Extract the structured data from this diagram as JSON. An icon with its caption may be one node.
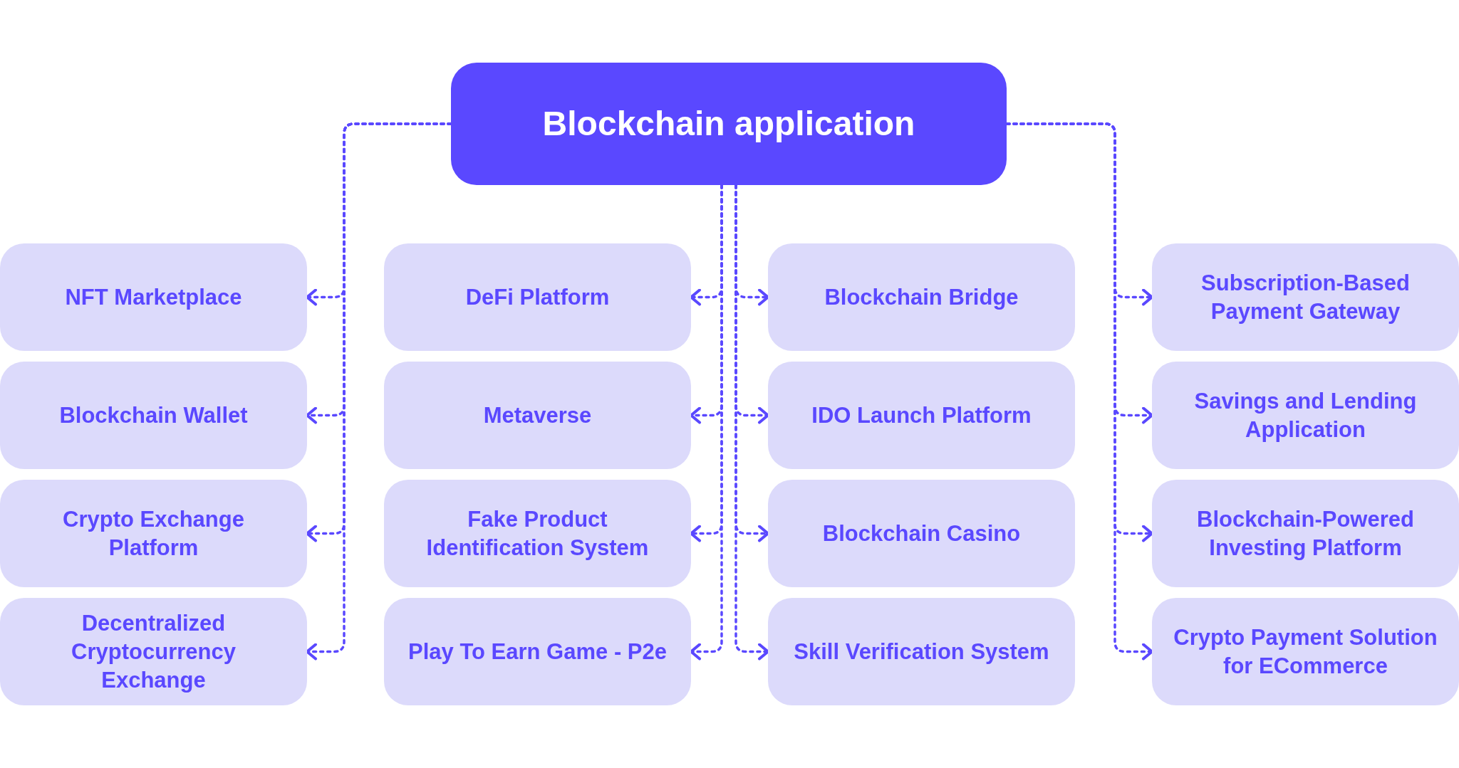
{
  "diagram": {
    "nodes": [
      {
        "text": [
          "Blockchain application"
        ]
      },
      {
        "text": [
          "NFT Marketplace"
        ]
      },
      {
        "text": [
          "DeFi Platform"
        ]
      },
      {
        "text": [
          "Blockchain Bridge"
        ]
      },
      {
        "text": [
          "Subscription-Based Payment Gateway"
        ]
      },
      {
        "text": [
          "Blockchain Wallet"
        ]
      },
      {
        "text": [
          "Metaverse"
        ]
      },
      {
        "text": [
          "IDO Launch Platform"
        ]
      },
      {
        "text": [
          "Savings and Lending Application"
        ]
      },
      {
        "text": [
          "Crypto Exchange Platform"
        ]
      },
      {
        "text": [
          "Fake Product Identification System"
        ]
      },
      {
        "text": [
          "Blockchain Casino"
        ]
      },
      {
        "text": [
          "Blockchain-Powered Investing Platform"
        ]
      },
      {
        "text": [
          "Decentralized Cryptocurrency Exchange"
        ]
      },
      {
        "text": [
          "Play To Earn Game - P2e"
        ]
      },
      {
        "text": [
          "Skill Verification System"
        ]
      },
      {
        "text": [
          "Crypto Payment Solution for ECommerce"
        ]
      }
    ],
    "edges": [
      {
        "from": 0,
        "to": 1,
        "arrow": "to",
        "style": "dashed"
      },
      {
        "from": 0,
        "to": 5,
        "arrow": "to",
        "style": "dashed"
      },
      {
        "from": 0,
        "to": 9,
        "arrow": "to",
        "style": "dashed"
      },
      {
        "from": 0,
        "to": 13,
        "arrow": "to",
        "style": "dashed"
      },
      {
        "from": 0,
        "to": 2,
        "arrow": "to",
        "style": "dashed"
      },
      {
        "from": 0,
        "to": 6,
        "arrow": "to",
        "style": "dashed"
      },
      {
        "from": 0,
        "to": 10,
        "arrow": "to",
        "style": "dashed"
      },
      {
        "from": 0,
        "to": 14,
        "arrow": "to",
        "style": "dashed"
      },
      {
        "from": 0,
        "to": 3,
        "arrow": "to",
        "style": "dashed"
      },
      {
        "from": 0,
        "to": 7,
        "arrow": "to",
        "style": "dashed"
      },
      {
        "from": 0,
        "to": 11,
        "arrow": "to",
        "style": "dashed"
      },
      {
        "from": 0,
        "to": 15,
        "arrow": "to",
        "style": "dashed"
      },
      {
        "from": 0,
        "to": 4,
        "arrow": "to",
        "style": "dashed"
      },
      {
        "from": 0,
        "to": 8,
        "arrow": "to",
        "style": "dashed"
      },
      {
        "from": 0,
        "to": 12,
        "arrow": "to",
        "style": "dashed"
      },
      {
        "from": 0,
        "to": 16,
        "arrow": "to",
        "style": "dashed"
      }
    ]
  }
}
